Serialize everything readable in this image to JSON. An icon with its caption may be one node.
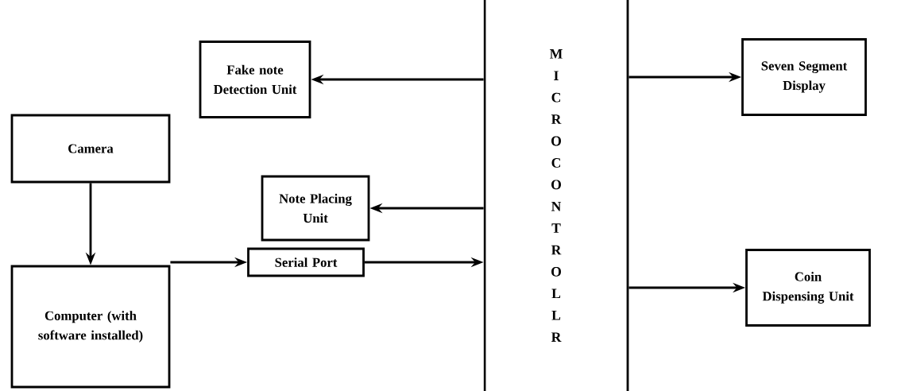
{
  "diagram": {
    "nodes": [
      {
        "text": [
          "Fake note Detection Unit"
        ]
      },
      {
        "text": [
          "Note Placing Unit"
        ]
      },
      {
        "text": [
          "Camera"
        ]
      },
      {
        "text": [
          "Computer (with software installed)"
        ]
      },
      {
        "text": [
          "Serial Port"
        ]
      },
      {
        "text": [
          "M I C R O C O N T R O L L R"
        ]
      },
      {
        "text": [
          "Seven Segment Display"
        ]
      },
      {
        "text": [
          "Coin Dispensing Unit"
        ]
      }
    ],
    "edges": [
      {
        "from": 5,
        "to": 0,
        "arrow": "to"
      },
      {
        "from": 5,
        "to": 1,
        "arrow": "to"
      },
      {
        "from": 2,
        "to": 3,
        "arrow": "to"
      },
      {
        "from": 3,
        "to": 4,
        "arrow": "to"
      },
      {
        "from": 4,
        "to": 5,
        "arrow": "to"
      },
      {
        "from": 5,
        "to": 6,
        "arrow": "to"
      },
      {
        "from": 5,
        "to": 7,
        "arrow": "to"
      }
    ]
  }
}
